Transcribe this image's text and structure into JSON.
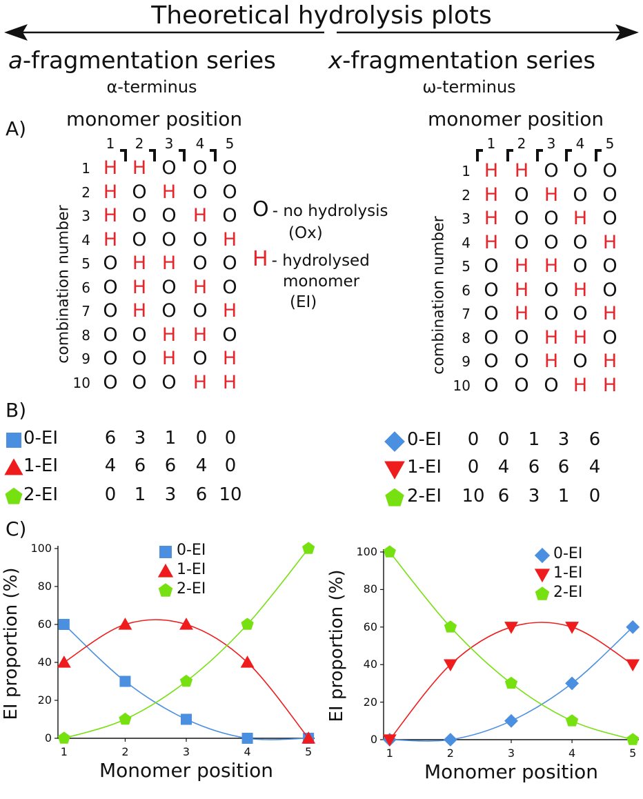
{
  "title": "Theoretical hydrolysis plots",
  "series_left": {
    "letter": "a",
    "rest": "-fragmentation series",
    "terminus": "α-terminus"
  },
  "series_right": {
    "letter": "x",
    "rest": "-fragmentation series",
    "terminus": "ω-terminus"
  },
  "panel_labels": {
    "a": "A)",
    "b": "B)",
    "c": "C)"
  },
  "monomer_position_label": "monomer position",
  "combination_number_label": "combination number",
  "positions": [
    "1",
    "2",
    "3",
    "4",
    "5"
  ],
  "combinations": [
    "1",
    "2",
    "3",
    "4",
    "5",
    "6",
    "7",
    "8",
    "9",
    "10"
  ],
  "grid": [
    [
      "H",
      "H",
      "O",
      "O",
      "O"
    ],
    [
      "H",
      "O",
      "H",
      "O",
      "O"
    ],
    [
      "H",
      "O",
      "O",
      "H",
      "O"
    ],
    [
      "H",
      "O",
      "O",
      "O",
      "H"
    ],
    [
      "O",
      "H",
      "H",
      "O",
      "O"
    ],
    [
      "O",
      "H",
      "O",
      "H",
      "O"
    ],
    [
      "O",
      "H",
      "O",
      "O",
      "H"
    ],
    [
      "O",
      "O",
      "H",
      "H",
      "O"
    ],
    [
      "O",
      "O",
      "H",
      "O",
      "H"
    ],
    [
      "O",
      "O",
      "O",
      "H",
      "H"
    ]
  ],
  "legend": {
    "o_symbol": "O",
    "o_line1": "- no hydrolysis",
    "o_line2": "(Ox)",
    "h_symbol": "H",
    "h_line1": "- hydrolysed",
    "h_line2": "monomer",
    "h_line3": "(EI)"
  },
  "counts_left": [
    {
      "label": "0-EI",
      "values": [
        "6",
        "3",
        "1",
        "0",
        "0"
      ]
    },
    {
      "label": "1-EI",
      "values": [
        "4",
        "6",
        "6",
        "4",
        "0"
      ]
    },
    {
      "label": "2-EI",
      "values": [
        "0",
        "1",
        "3",
        "6",
        "10"
      ]
    }
  ],
  "counts_right": [
    {
      "label": "0-EI",
      "values": [
        "0",
        "0",
        "1",
        "3",
        "6"
      ]
    },
    {
      "label": "1-EI",
      "values": [
        "0",
        "4",
        "6",
        "6",
        "4"
      ]
    },
    {
      "label": "2-EI",
      "values": [
        "10",
        "6",
        "3",
        "1",
        "0"
      ]
    }
  ],
  "colors": {
    "h": "#e8242b",
    "blue": "#4a8fe0",
    "red": "#ee1c1c",
    "green": "#77e011"
  },
  "chart_data": [
    {
      "type": "line",
      "xlabel": "Monomer position",
      "ylabel": "EI proportion (%)",
      "x": [
        1,
        2,
        3,
        4,
        5
      ],
      "xlim": [
        0.9,
        5.1
      ],
      "ylim": [
        0,
        100
      ],
      "xticks": [
        "1",
        "2",
        "3",
        "4",
        "5"
      ],
      "yticks": [
        "0",
        "20",
        "40",
        "60",
        "80",
        "100"
      ],
      "legend_position": "top-center",
      "series": [
        {
          "name": "0-EI",
          "marker": "square",
          "color": "#4a8fe0",
          "values": [
            60,
            30,
            10,
            0,
            0
          ]
        },
        {
          "name": "1-EI",
          "marker": "triangle-up",
          "color": "#ee1c1c",
          "values": [
            40,
            60,
            60,
            40,
            0
          ]
        },
        {
          "name": "2-EI",
          "marker": "pentagon",
          "color": "#77e011",
          "values": [
            0,
            10,
            30,
            60,
            100
          ]
        }
      ]
    },
    {
      "type": "line",
      "xlabel": "Monomer position",
      "ylabel": "EI proportion (%)",
      "x": [
        1,
        2,
        3,
        4,
        5
      ],
      "xlim": [
        0.9,
        5.1
      ],
      "ylim": [
        0,
        100
      ],
      "xticks": [
        "1",
        "2",
        "3",
        "4",
        "5"
      ],
      "yticks": [
        "0",
        "20",
        "40",
        "60",
        "80",
        "100"
      ],
      "legend_position": "top-right",
      "series": [
        {
          "name": "0-EI",
          "marker": "diamond",
          "color": "#4a8fe0",
          "values": [
            0,
            0,
            10,
            30,
            60
          ]
        },
        {
          "name": "1-EI",
          "marker": "triangle-down",
          "color": "#ee1c1c",
          "values": [
            0,
            40,
            60,
            60,
            40
          ]
        },
        {
          "name": "2-EI",
          "marker": "pentagon",
          "color": "#77e011",
          "values": [
            100,
            60,
            30,
            10,
            0
          ]
        }
      ]
    }
  ]
}
